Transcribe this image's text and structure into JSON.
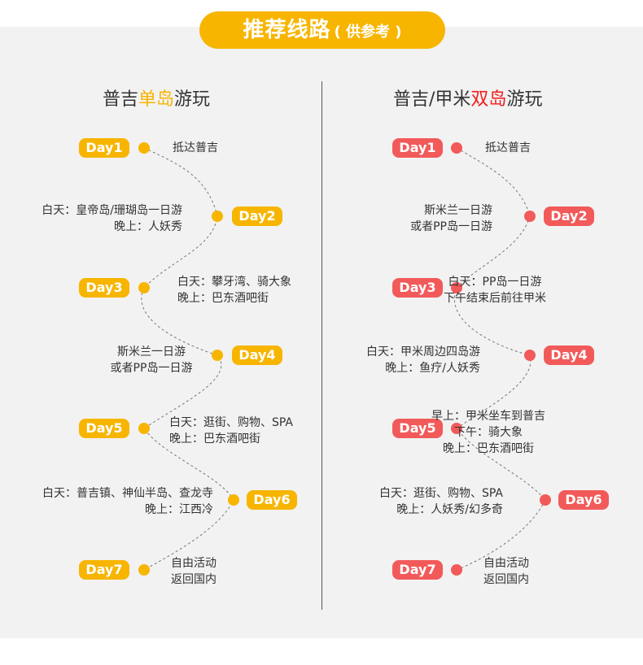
{
  "banner": {
    "title": "推荐线路",
    "subtitle": "( 供参考 )"
  },
  "colors": {
    "left": "#f7b500",
    "right": "#f25a5a"
  },
  "left": {
    "title_pre": "普吉",
    "title_hl": "单岛",
    "title_post": "游玩",
    "days": [
      {
        "label": "Day1",
        "lines": [
          "抵达普吉"
        ]
      },
      {
        "label": "Day2",
        "lines": [
          "白天：皇帝岛/珊瑚岛一日游",
          "晚上：人妖秀"
        ]
      },
      {
        "label": "Day3",
        "lines": [
          "白天：攀牙湾、骑大象",
          "晚上：巴东酒吧街"
        ]
      },
      {
        "label": "Day4",
        "lines": [
          "斯米兰一日游",
          "或者PP岛一日游"
        ]
      },
      {
        "label": "Day5",
        "lines": [
          "白天：逛街、购物、SPA",
          "晚上：巴东酒吧街"
        ]
      },
      {
        "label": "Day6",
        "lines": [
          "白天：普吉镇、神仙半岛、查龙寺",
          "晚上：江西冷"
        ]
      },
      {
        "label": "Day7",
        "lines": [
          "自由活动",
          "返回国内"
        ]
      }
    ]
  },
  "right": {
    "title_pre": "普吉/甲米",
    "title_hl": "双岛",
    "title_post": "游玩",
    "days": [
      {
        "label": "Day1",
        "lines": [
          "抵达普吉"
        ]
      },
      {
        "label": "Day2",
        "lines": [
          "斯米兰一日游",
          "或者PP岛一日游"
        ]
      },
      {
        "label": "Day3",
        "lines": [
          "白天：PP岛一日游",
          "下午结束后前往甲米"
        ]
      },
      {
        "label": "Day4",
        "lines": [
          "白天：甲米周边四岛游",
          "晚上：鱼疗/人妖秀"
        ]
      },
      {
        "label": "Day5",
        "lines": [
          "早上：甲米坐车到普吉",
          "下午：骑大象",
          "晚上：巴东酒吧街"
        ]
      },
      {
        "label": "Day6",
        "lines": [
          "白天：逛街、购物、SPA",
          "晚上：人妖秀/幻多奇"
        ]
      },
      {
        "label": "Day7",
        "lines": [
          "自由活动",
          "返回国内"
        ]
      }
    ]
  }
}
